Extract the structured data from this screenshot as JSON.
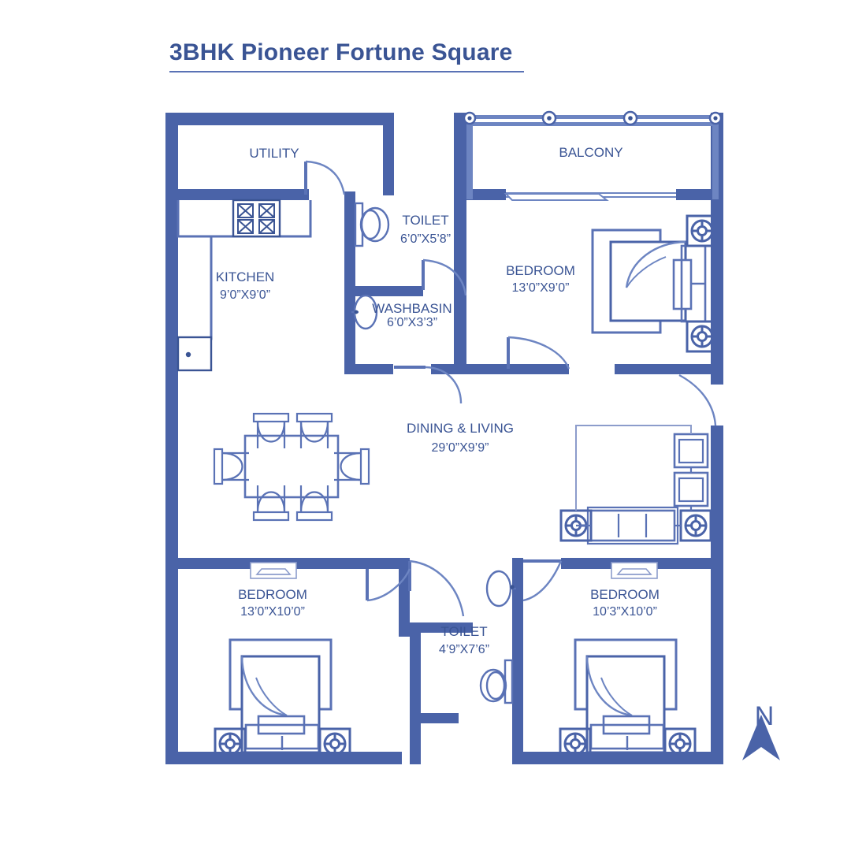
{
  "title": "3BHK Pioneer Fortune Square",
  "colors": {
    "wall": "#4a63a8",
    "wall_dark": "#3a5494",
    "furniture": "#5a72b5",
    "text": "#3a5494",
    "background": "#ffffff"
  },
  "compass": {
    "label": "N",
    "icon": "north-arrow-icon"
  },
  "rooms": [
    {
      "key": "utility",
      "name": "UTILITY",
      "dimensions": ""
    },
    {
      "key": "balcony",
      "name": "BALCONY",
      "dimensions": ""
    },
    {
      "key": "toilet1",
      "name": "TOILET",
      "dimensions": "6’0”X5’8”"
    },
    {
      "key": "kitchen",
      "name": "KITCHEN",
      "dimensions": "9’0”X9’0”"
    },
    {
      "key": "washbasin",
      "name": "WASHBASIN",
      "dimensions": "6’0”X3’3”"
    },
    {
      "key": "bedroom1",
      "name": "BEDROOM",
      "dimensions": "13’0”X9’0”"
    },
    {
      "key": "living",
      "name": "DINING & LIVING",
      "dimensions": "29’0”X9’9”"
    },
    {
      "key": "bedroom2",
      "name": "BEDROOM",
      "dimensions": "13’0”X10’0”"
    },
    {
      "key": "toilet2",
      "name": "TOILET",
      "dimensions": "4’9”X7’6”"
    },
    {
      "key": "bedroom3",
      "name": "BEDROOM",
      "dimensions": "10’3”X10’0”"
    }
  ],
  "fixtures": [
    {
      "name": "kitchen-stove-icon",
      "label": "4-burner cooktop"
    },
    {
      "name": "kitchen-sink-icon",
      "label": "sink"
    },
    {
      "name": "wc-icon",
      "label": "water closet"
    },
    {
      "name": "washbasin-icon",
      "label": "wash basin"
    },
    {
      "name": "dining-table-icon",
      "label": "6 seater dining table"
    },
    {
      "name": "sofa-icon",
      "label": "3 seat sofa"
    },
    {
      "name": "armchair-icon",
      "label": "armchair"
    },
    {
      "name": "bed-icon",
      "label": "double bed"
    },
    {
      "name": "nightstand-lamp-icon",
      "label": "nightstand with lamp"
    },
    {
      "name": "window-icon",
      "label": "window"
    },
    {
      "name": "door-swing-icon",
      "label": "hinged door"
    },
    {
      "name": "sliding-door-icon",
      "label": "sliding glass door"
    },
    {
      "name": "balcony-railing-icon",
      "label": "balcony railing"
    }
  ]
}
